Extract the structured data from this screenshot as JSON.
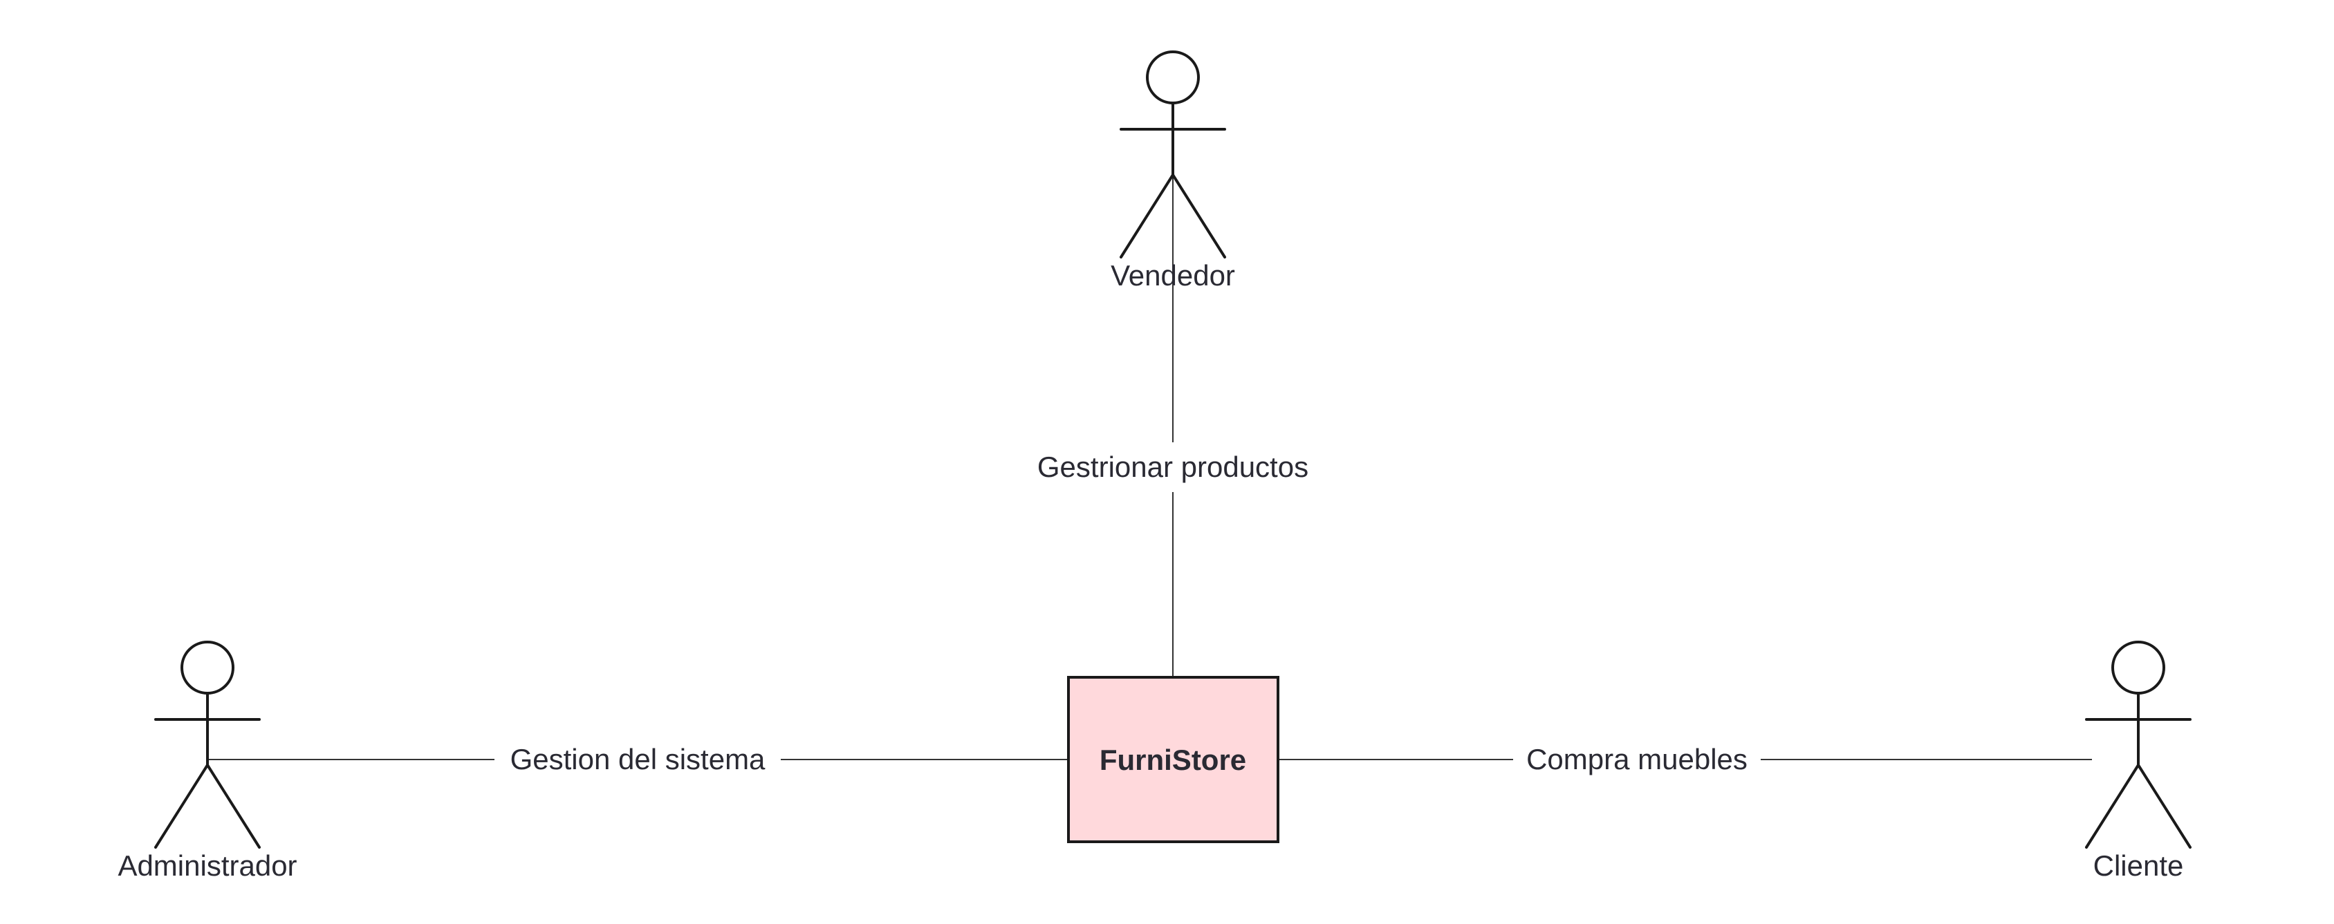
{
  "system": {
    "name": "FurniStore",
    "fill_color": "#ffd9dc"
  },
  "actors": {
    "vendedor": {
      "name": "Vendedor"
    },
    "administrador": {
      "name": "Administrador"
    },
    "cliente": {
      "name": "Cliente"
    }
  },
  "relations": {
    "vendedor": {
      "label": "Gestrionar productos"
    },
    "administrador": {
      "label": "Gestion del sistema"
    },
    "cliente": {
      "label": "Compra muebles"
    }
  },
  "colors": {
    "stroke": "#1a1a1a",
    "text": "#2a2a33"
  }
}
